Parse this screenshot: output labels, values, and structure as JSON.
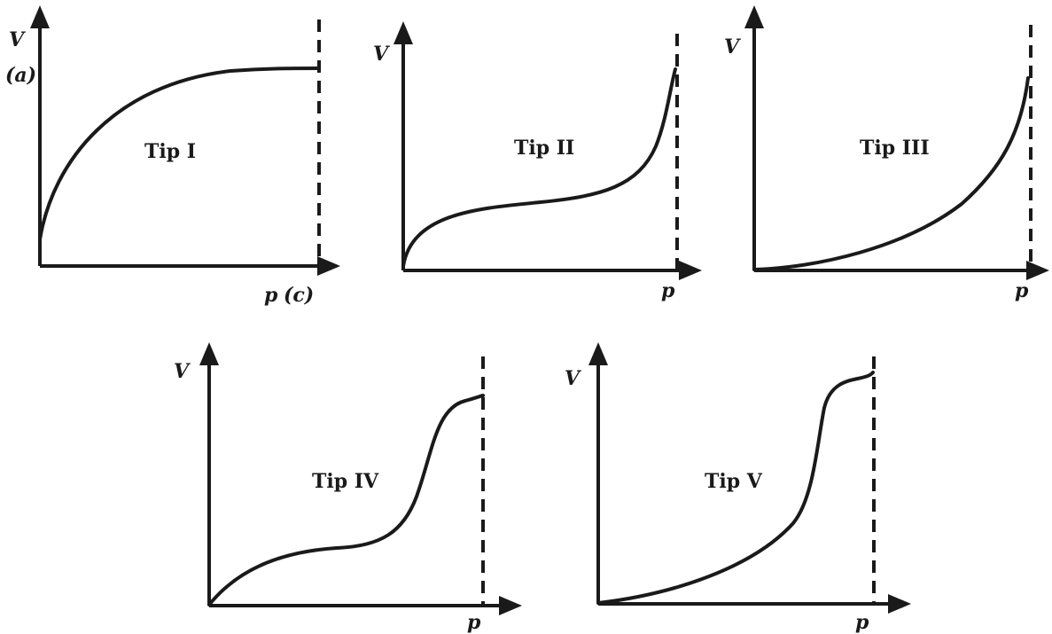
{
  "panels": [
    {
      "type_label": "Tip I",
      "y_axis_label": "V",
      "x_axis_label": "p",
      "annotation_top": "(a)",
      "annotation_bottom": "(c)"
    },
    {
      "type_label": "Tip II",
      "y_axis_label": "V",
      "x_axis_label": "p"
    },
    {
      "type_label": "Tip III",
      "y_axis_label": "V",
      "x_axis_label": "p"
    },
    {
      "type_label": "Tip IV",
      "y_axis_label": "V",
      "x_axis_label": "p"
    },
    {
      "type_label": "Tip V",
      "y_axis_label": "V",
      "x_axis_label": "p"
    }
  ],
  "colors": {
    "ink": "#1a1a1a",
    "background": "#ffffff"
  }
}
